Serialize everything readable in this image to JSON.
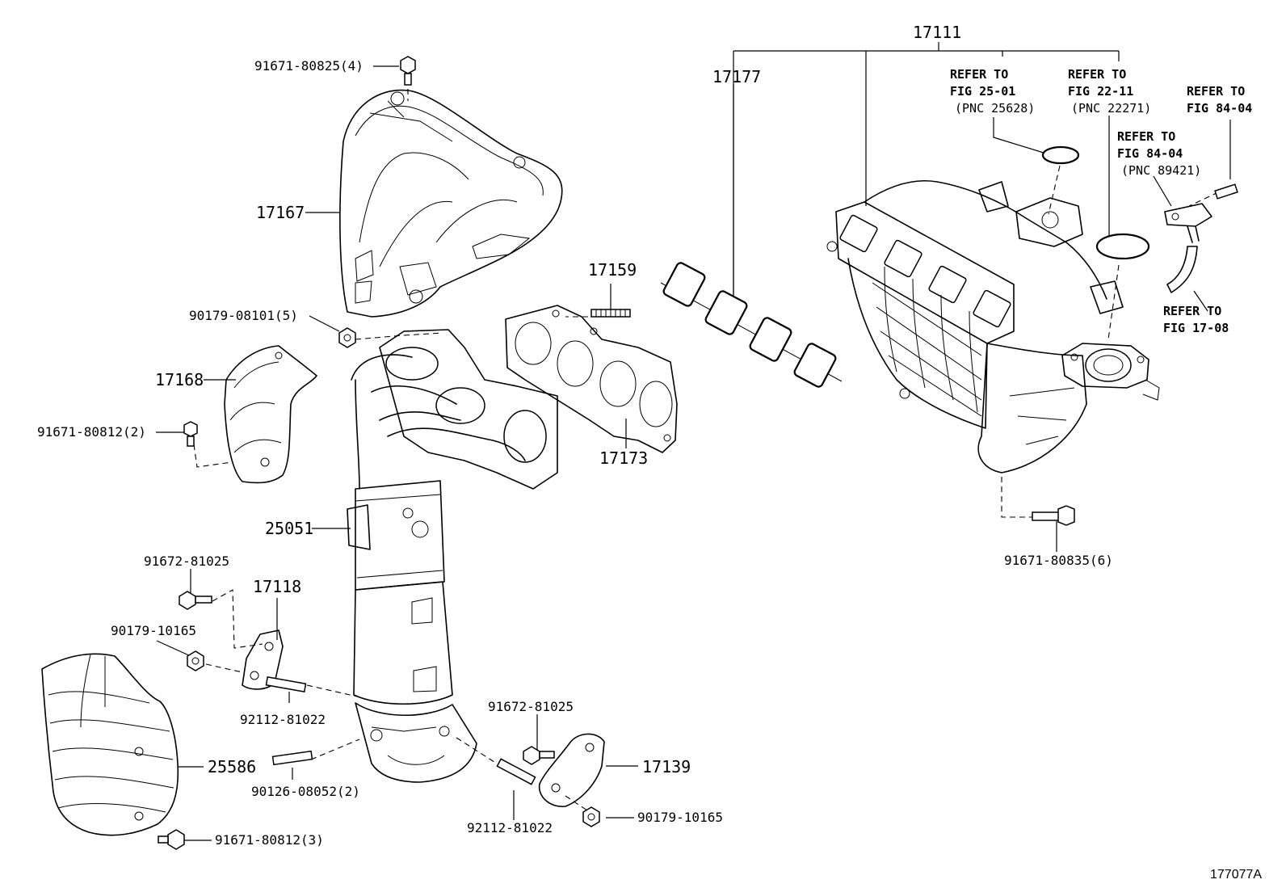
{
  "labels": {
    "p17111": "17111",
    "p17177": "17177",
    "p17167": "17167",
    "p17168": "17168",
    "p17159": "17159",
    "p17173": "17173",
    "p25051": "25051",
    "p17118": "17118",
    "p25586": "25586",
    "p17139": "17139",
    "b91671_80825": "91671-80825(4)",
    "b90179_08101": "90179-08101(5)",
    "b91671_80812_2": "91671-80812(2)",
    "b91672_81025_a": "91672-81025",
    "b90179_10165_a": "90179-10165",
    "b92112_81022_a": "92112-81022",
    "b90126_08052": "90126-08052(2)",
    "b91671_80812_3": "91671-80812(3)",
    "b91672_81025_b": "91672-81025",
    "b92112_81022_b": "92112-81022",
    "b90179_10165_b": "90179-10165",
    "b91671_80835": "91671-80835(6)"
  },
  "refs": {
    "fig2501": [
      "REFER TO",
      "FIG 25-01",
      "(PNC 25628)"
    ],
    "fig2211": [
      "REFER TO",
      "FIG 22-11",
      "(PNC 22271)"
    ],
    "fig8404a": [
      "REFER TO",
      "FIG 84-04"
    ],
    "fig8404b": [
      "REFER TO",
      "FIG 84-04",
      "(PNC 89421)"
    ],
    "fig1708": [
      "REFER TO",
      "FIG 17-08"
    ]
  },
  "diagram_id": "177077A"
}
